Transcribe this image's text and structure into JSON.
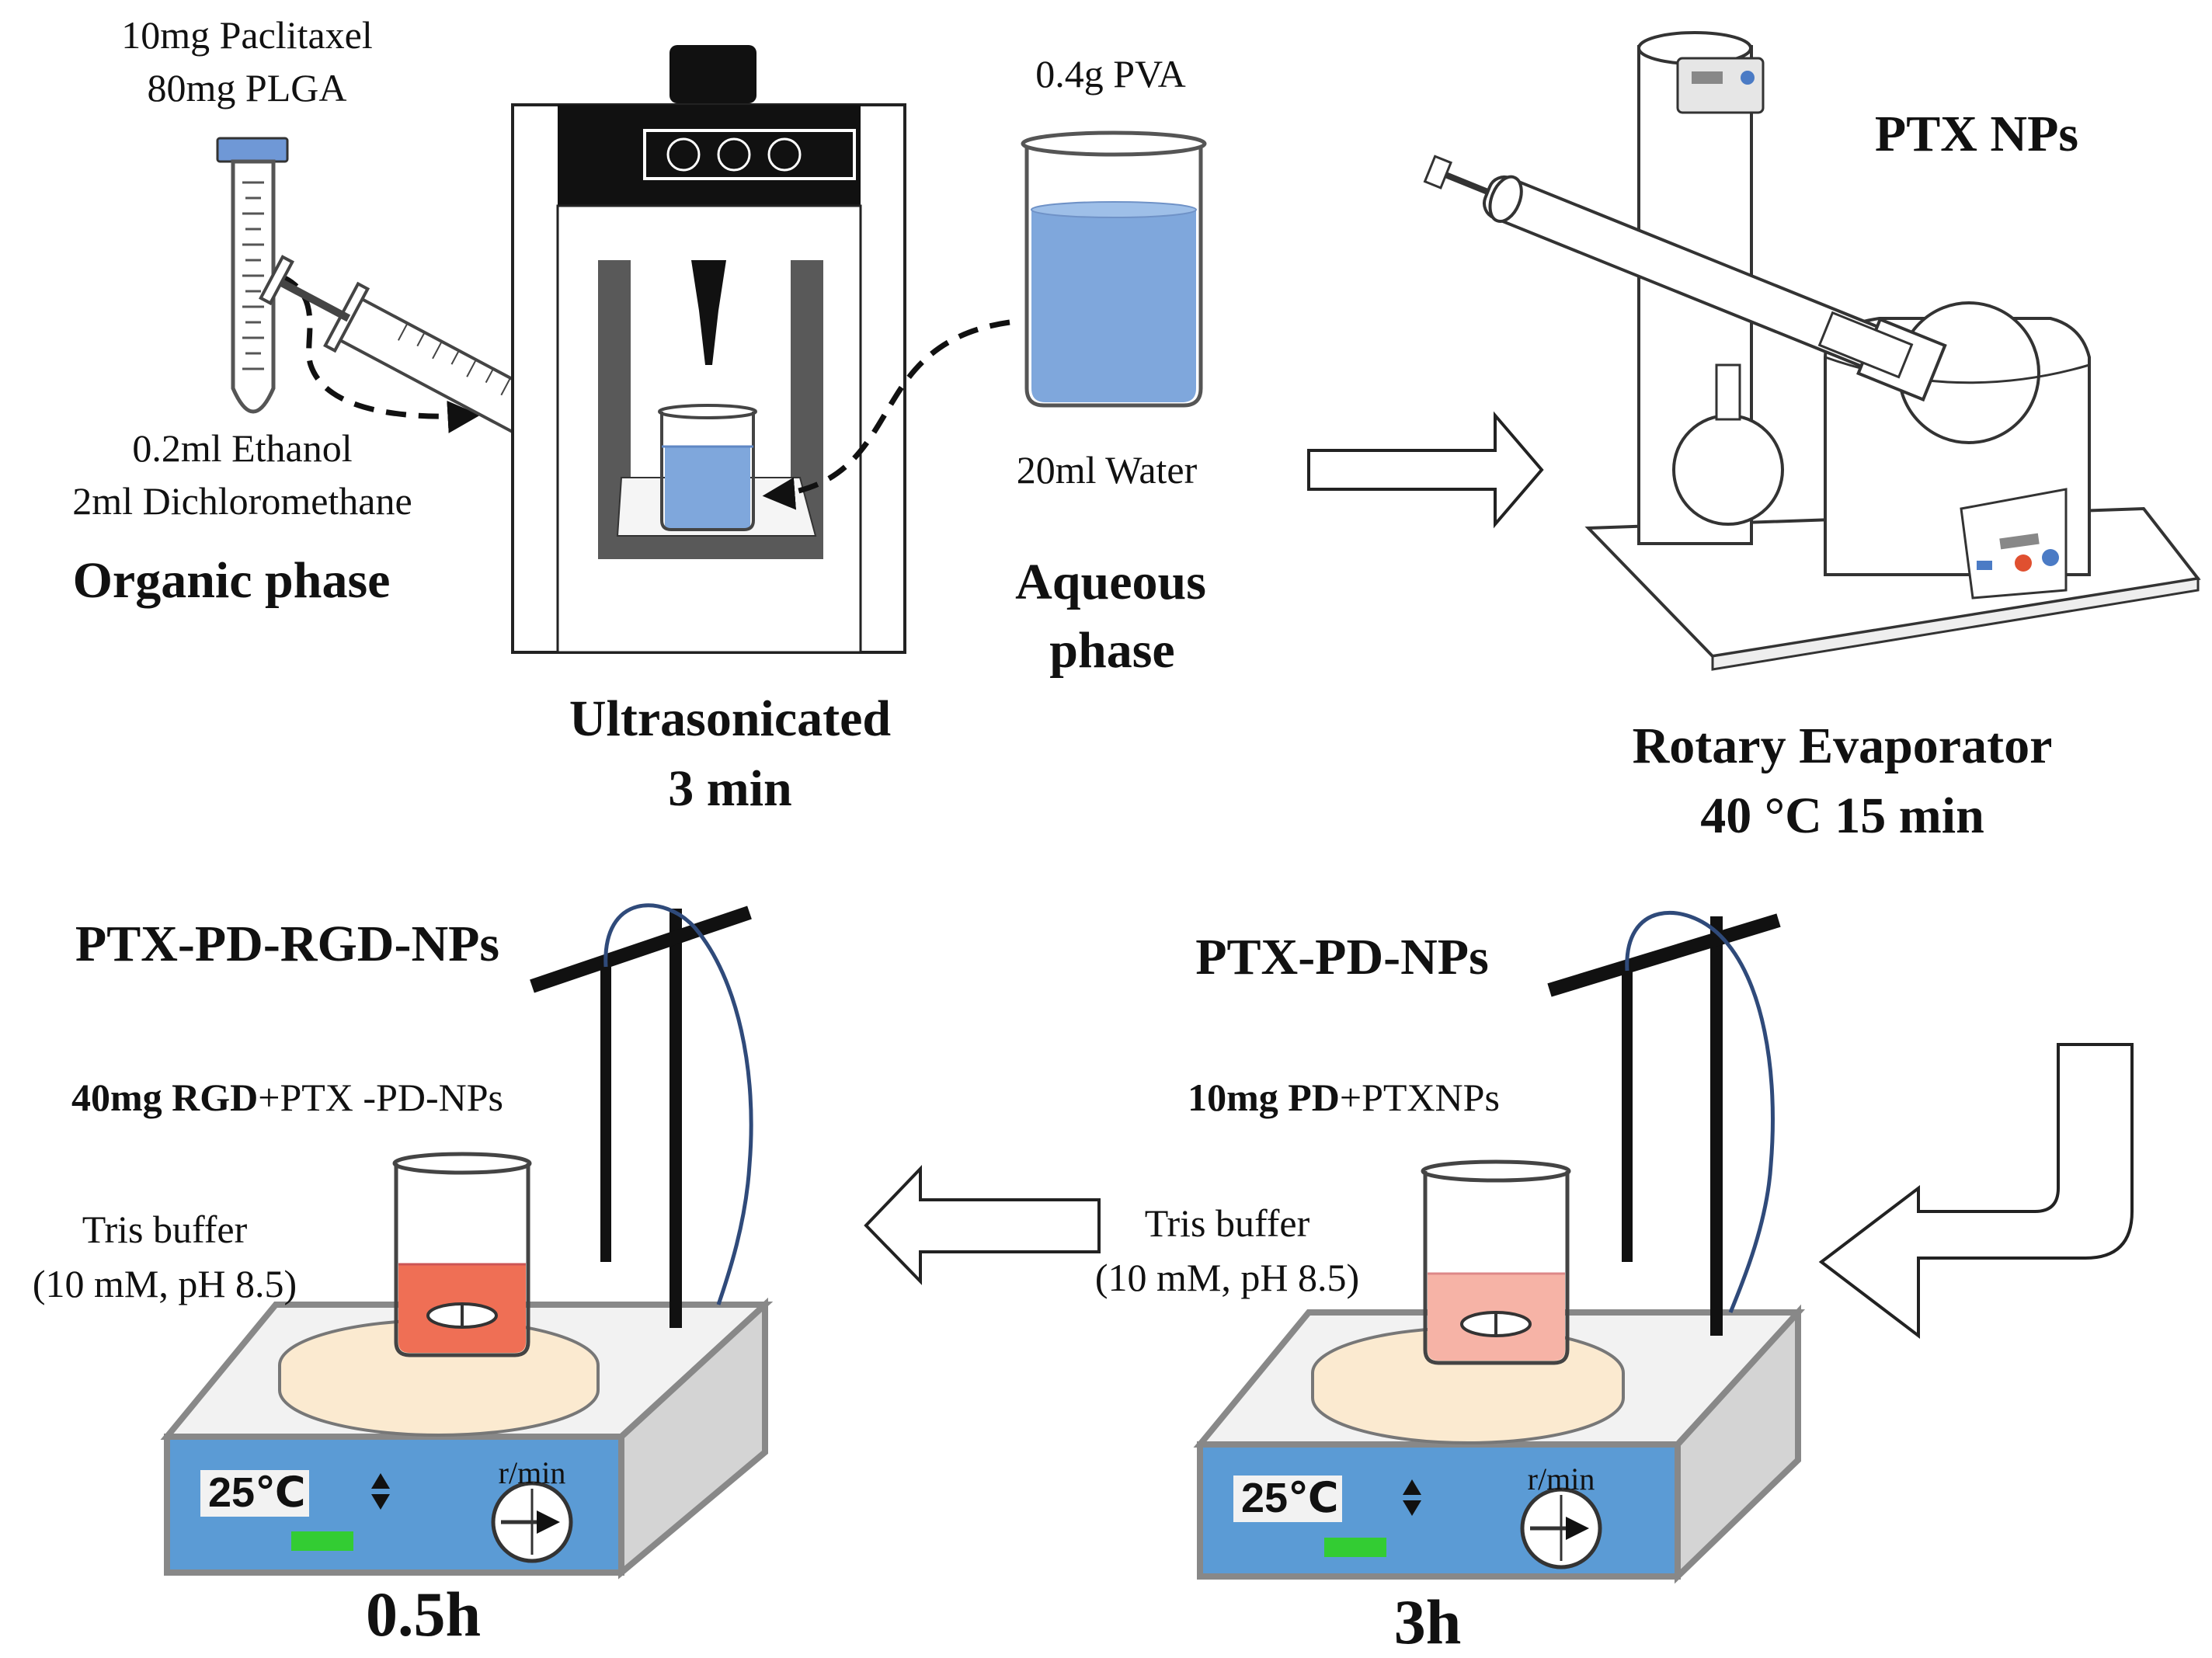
{
  "organic_phase": {
    "solute_line1": "10mg Paclitaxel",
    "solute_line2": "80mg PLGA",
    "solvent_line1": "0.2ml Ethanol",
    "solvent_line2": "2ml Dichloromethane",
    "title": "Organic phase"
  },
  "ultrasonication": {
    "title": "Ultrasonicated",
    "time": "3 min"
  },
  "aqueous_phase": {
    "solute": "0.4g PVA",
    "solvent": "20ml Water",
    "title_line1": "Aqueous",
    "title_line2": "phase"
  },
  "rotary": {
    "product": "PTX NPs",
    "title": "Rotary Evaporator",
    "conditions": "40 °C 15 min"
  },
  "step_pd": {
    "product": "PTX-PD-NPs",
    "reagent_bold": "10mg PD",
    "reagent_rest": "+PTXNPs",
    "buffer_line1": "Tris buffer",
    "buffer_line2": "(10 mM,  pH 8.5)",
    "temperature": "25℃",
    "speed_unit": "r/min",
    "time": "3h",
    "solution_color": "#f6b3a6"
  },
  "step_rgd": {
    "product": "PTX-PD-RGD-NPs",
    "reagent_bold": "40mg RGD",
    "reagent_rest": "+PTX -PD-NPs",
    "buffer_line1": "Tris buffer",
    "buffer_line2": "(10 mM,  pH 8.5)",
    "temperature": "25℃",
    "speed_unit": "r/min",
    "time": "0.5h",
    "solution_color": "#ef6f55"
  },
  "colors": {
    "aqueous": "#7fa7dc",
    "stirrer_panel": "#5b9bd5",
    "plate": "#fbead0",
    "indicator": "#33cc33"
  }
}
